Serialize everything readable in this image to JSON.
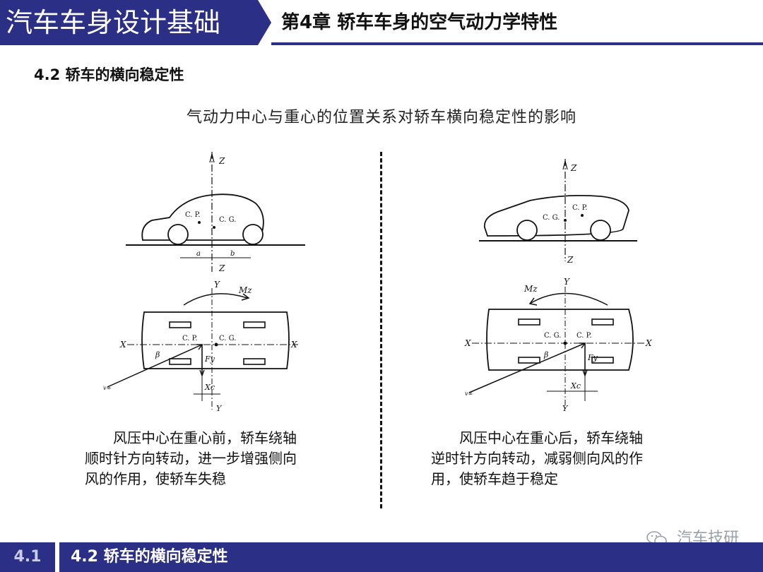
{
  "header": {
    "course_title": "汽车车身设计基础",
    "chapter_title": "第4章  轿车车身的空气动力学特性"
  },
  "section_title": "4.2  轿车的横向稳定性",
  "figure_caption": "气动力中心与重心的位置关系对轿车横向稳定性的影响",
  "left_panel": {
    "labels": {
      "z_top": "Z",
      "z_bottom": "Z",
      "cp": "C. P.",
      "cg": "C. G.",
      "a": "a",
      "b": "b",
      "y_top": "Y",
      "y_bottom": "Y",
      "mz": "Mz",
      "x_left": "X",
      "x_right": "X",
      "cp2": "C. P.",
      "cg2": "C. G.",
      "beta": "β",
      "fy": "Fy",
      "xc": "Xc",
      "v": "v∞"
    },
    "text": "　　风压中心在重心前，轿车绕轴\n顺时针方向转动，进一步增强侧向\n风的作用，使轿车失稳"
  },
  "right_panel": {
    "labels": {
      "z_top": "Z",
      "z_bottom": "Z",
      "cp": "C. P.",
      "cg": "C. G.",
      "y_top": "Y",
      "y_bottom": "Y",
      "mz": "Mz",
      "x_left": "X",
      "x_right": "X",
      "cp2": "C. P.",
      "cg2": "C. G.",
      "beta": "β",
      "fy": "Fy",
      "xc": "Xc",
      "v": "v∞"
    },
    "text": "　　风压中心在重心后，轿车绕轴\n逆时针方向转动，减弱侧向风的作\n用，使轿车趋于稳定"
  },
  "footer": {
    "section_number": "4.1",
    "section_label": "4.2  轿车的横向稳定性"
  },
  "watermark": "汽车技研"
}
